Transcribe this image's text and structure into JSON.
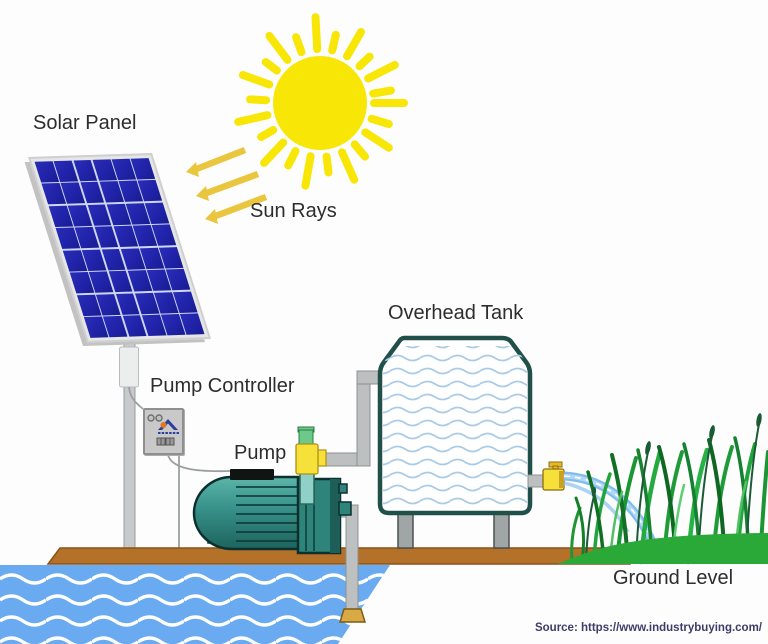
{
  "labels": {
    "solar_panel": "Solar Panel",
    "sun_rays": "Sun Rays",
    "pump_controller": "Pump Controller",
    "pump": "Pump",
    "overhead_tank": "Overhead Tank",
    "ground_level": "Ground Level"
  },
  "source_credit": "Source: https://www.industrybuying.com/",
  "components": [
    "sun-icon",
    "sun-ray-arrows",
    "solar-panel",
    "panel-pole",
    "panel-junction-box",
    "pump-controller-box",
    "controller-indicator-lights",
    "controller-brand-logo",
    "controller-terminal-blocks",
    "wires",
    "pump-unit",
    "pump-outlet-valve",
    "valve-green-cap",
    "outlet-pipe",
    "suction-pipe",
    "foot-valve",
    "overhead-tank",
    "tank-water",
    "tank-stand",
    "tap-valve",
    "water-stream",
    "ground-platform",
    "water-source",
    "grass"
  ],
  "colors": {
    "sun_yellow": "#f8e606",
    "arrow_gold": "#eac63e",
    "panel_cell_blue": "#2023a8",
    "panel_frame_gray": "#e6e6e6",
    "pump_teal": "#348b84",
    "tank_outline_teal": "#214f49",
    "tank_wave_blue": "#aacbe6",
    "pool_blue": "#69aaf0",
    "ground_brown": "#b4712a",
    "grass_green": "#2aa838",
    "pipe_gray": "#bcc0c0",
    "valve_yellow": "#f5e13a",
    "valve_cap_green": "#6cc98b",
    "label_text": "#2d2d2d",
    "source_text": "#3d3d68"
  }
}
